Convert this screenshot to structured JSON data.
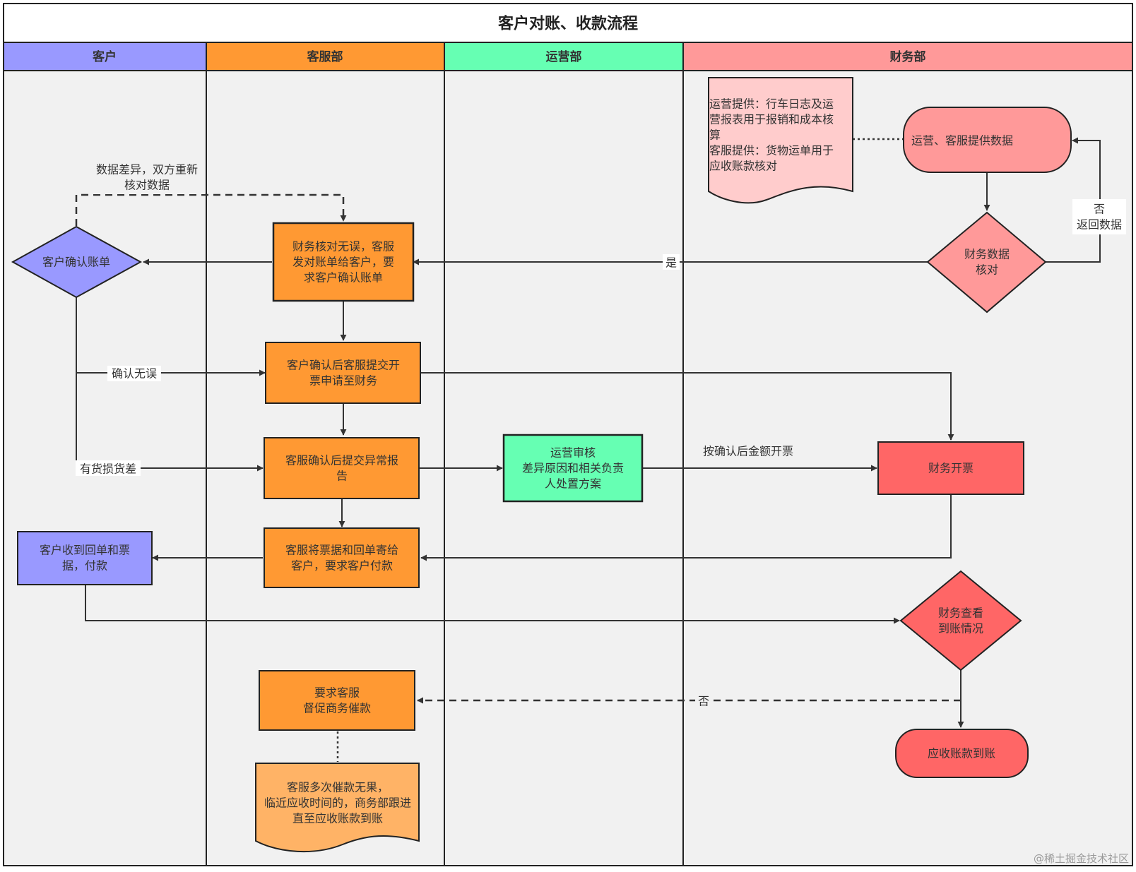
{
  "title": "客户对账、收款流程",
  "lanes": [
    {
      "id": "customer",
      "label": "客户",
      "color": "#9999ff"
    },
    {
      "id": "service",
      "label": "客服部",
      "color": "#ff9933"
    },
    {
      "id": "operations",
      "label": "运营部",
      "color": "#66ffb3"
    },
    {
      "id": "finance",
      "label": "财务部",
      "color": "#ff9999"
    }
  ],
  "nodes": {
    "finance_data": {
      "lines": [
        "运营、客服提供数据"
      ]
    },
    "finance_note": {
      "lines": [
        "运营提供：行车日志及运",
        "营报表用于报销和成本核",
        "算",
        "客服提供：货物运单用于",
        "应收账款核对"
      ]
    },
    "finance_check": {
      "lines": [
        "财务数据",
        "核对"
      ]
    },
    "service_send_bill": {
      "lines": [
        "财务核对无误，客服",
        "发对账单给客户，要",
        "求客户确认账单"
      ]
    },
    "customer_confirm": {
      "lines": [
        "客户确认账单"
      ]
    },
    "service_invoice_request": {
      "lines": [
        "客户确认后客服提交开",
        "票申请至财务"
      ]
    },
    "service_exception": {
      "lines": [
        "客服确认后提交异常报",
        "告"
      ]
    },
    "ops_review": {
      "lines": [
        "运营审核",
        "差异原因和相关负责",
        "人处置方案"
      ]
    },
    "finance_invoice": {
      "lines": [
        "财务开票"
      ]
    },
    "service_mail": {
      "lines": [
        "客服将票据和回单寄给",
        "客户，要求客户付款"
      ]
    },
    "customer_pay": {
      "lines": [
        "客户收到回单和票",
        "据，付款"
      ]
    },
    "finance_check_payment": {
      "lines": [
        "财务查看",
        "到账情况"
      ]
    },
    "service_urge": {
      "lines": [
        "要求客服",
        "督促商务催款"
      ]
    },
    "service_note": {
      "lines": [
        "客服多次催款无果，",
        "临近应收时间的，商务部跟进",
        "直至应收账款到账"
      ]
    },
    "finance_received": {
      "lines": [
        "应收账款到账"
      ]
    }
  },
  "edge_labels": {
    "recheck": [
      "数据差异，双方重新",
      "核对数据"
    ],
    "yes": "是",
    "no_return": [
      "否",
      "返回数据"
    ],
    "confirmed": "确认无误",
    "damage": "有货损货差",
    "invoice_by_amount": "按确认后金额开票",
    "no": "否"
  },
  "watermark": "@稀土掘金技术社区"
}
